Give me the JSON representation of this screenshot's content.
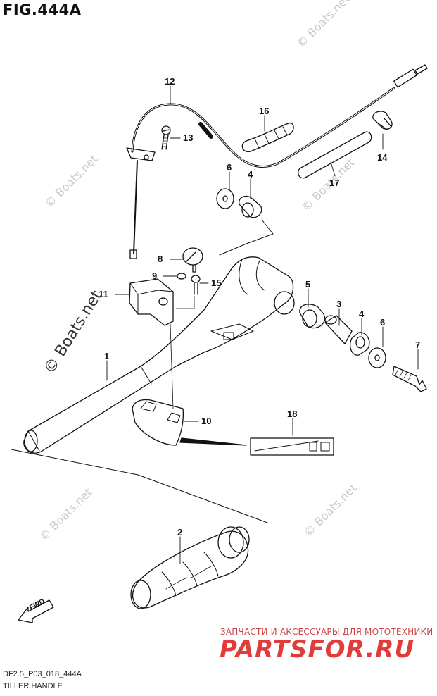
{
  "figure_title": "FIG.444A",
  "footer": {
    "code": "DF2.5_P03_018_444A",
    "name": "TILLER HANDLE"
  },
  "watermark": "© Boats.net",
  "fwd_label": "FWD",
  "shop": {
    "tagline": "ЗАПЧАСТИ И АКСЕССУАРЫ ДЛЯ МОТОТЕХНИКИ",
    "logo": "PARTSFOR.RU"
  },
  "callouts": [
    "1",
    "2",
    "3",
    "4",
    "4",
    "5",
    "6",
    "6",
    "7",
    "8",
    "9",
    "10",
    "11",
    "12",
    "13",
    "14",
    "15",
    "16",
    "17",
    "18"
  ]
}
